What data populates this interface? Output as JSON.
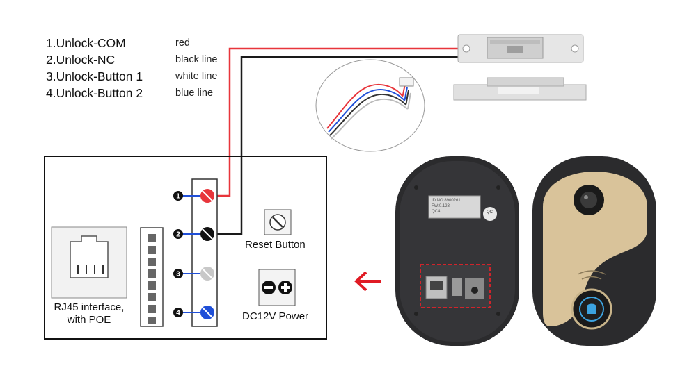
{
  "legend": [
    {
      "label": "1.Unlock-COM",
      "color_name": "red"
    },
    {
      "label": "2.Unlock-NC",
      "color_name": "black line"
    },
    {
      "label": "3.Unlock-Button 1",
      "color_name": "white line"
    },
    {
      "label": "4.Unlock-Button 2",
      "color_name": "blue line"
    }
  ],
  "terminals": [
    {
      "number": "1",
      "color": "#e8353b"
    },
    {
      "number": "2",
      "color": "#111111"
    },
    {
      "number": "3",
      "color": "#c8c8c8"
    },
    {
      "number": "4",
      "color": "#1f4fd8"
    }
  ],
  "labels": {
    "reset_button": "Reset Button",
    "dc_power": "DC12V Power",
    "rj45_line1": "RJ45 interface,",
    "rj45_line2": "with POE"
  },
  "device_back": {
    "sticker_line1": "ID NO:8900261",
    "sticker_line2": "FW:0.123",
    "sticker_line3": "QC4",
    "qc_badge": "QC"
  },
  "colors": {
    "wire_red": "#e8353b",
    "wire_black": "#1a1a1a",
    "wire_blue": "#1f4fd8",
    "arrow_red": "#e01b24",
    "highlight_red": "#d0242b",
    "device_gold": "#d9c39a",
    "device_dark": "#2b2b2d"
  }
}
